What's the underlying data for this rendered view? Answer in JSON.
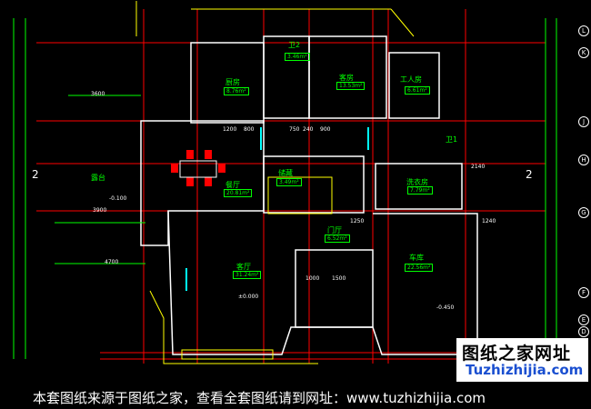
{
  "rooms": [
    {
      "name": "卫2",
      "area": "3.46m²"
    },
    {
      "name": "厨房",
      "area": "8.76m²"
    },
    {
      "name": "客房",
      "area": "13.53m²"
    },
    {
      "name": "工人房",
      "area": "6.61m²"
    },
    {
      "name": "露台"
    },
    {
      "name": "餐厅",
      "area": "20.81m²"
    },
    {
      "name": "储藏",
      "area": "3.49m²"
    },
    {
      "name": "洗衣房",
      "area": "7.79m²"
    },
    {
      "name": "门厅",
      "area": "6.52m²"
    },
    {
      "name": "车库",
      "area": "22.56m²"
    },
    {
      "name": "客厅",
      "area": "31.24m²"
    },
    {
      "name": "卫1"
    }
  ],
  "dimensions": [
    "3600",
    "1200",
    "800",
    "750",
    "240",
    "900",
    "4700",
    "3900",
    "1500",
    "1000",
    "1250",
    "1240",
    "2140",
    "±0.000",
    "-0.450",
    "-0.100"
  ],
  "axes": [
    "L",
    "K",
    "J",
    "H",
    "G",
    "F",
    "E",
    "D"
  ],
  "level_mark": "2",
  "watermark": {
    "title": "图纸之家网址",
    "url": "Tuzhizhijia.com"
  },
  "footer": "本套图纸来源于图纸之家，查看全套图纸请到网址：www.tuzhizhijia.com",
  "colors": {
    "wall": "#ffffff",
    "axis": "#ff0000",
    "text": "#00ff00",
    "stair": "#ffff00",
    "window": "#00ffff"
  }
}
